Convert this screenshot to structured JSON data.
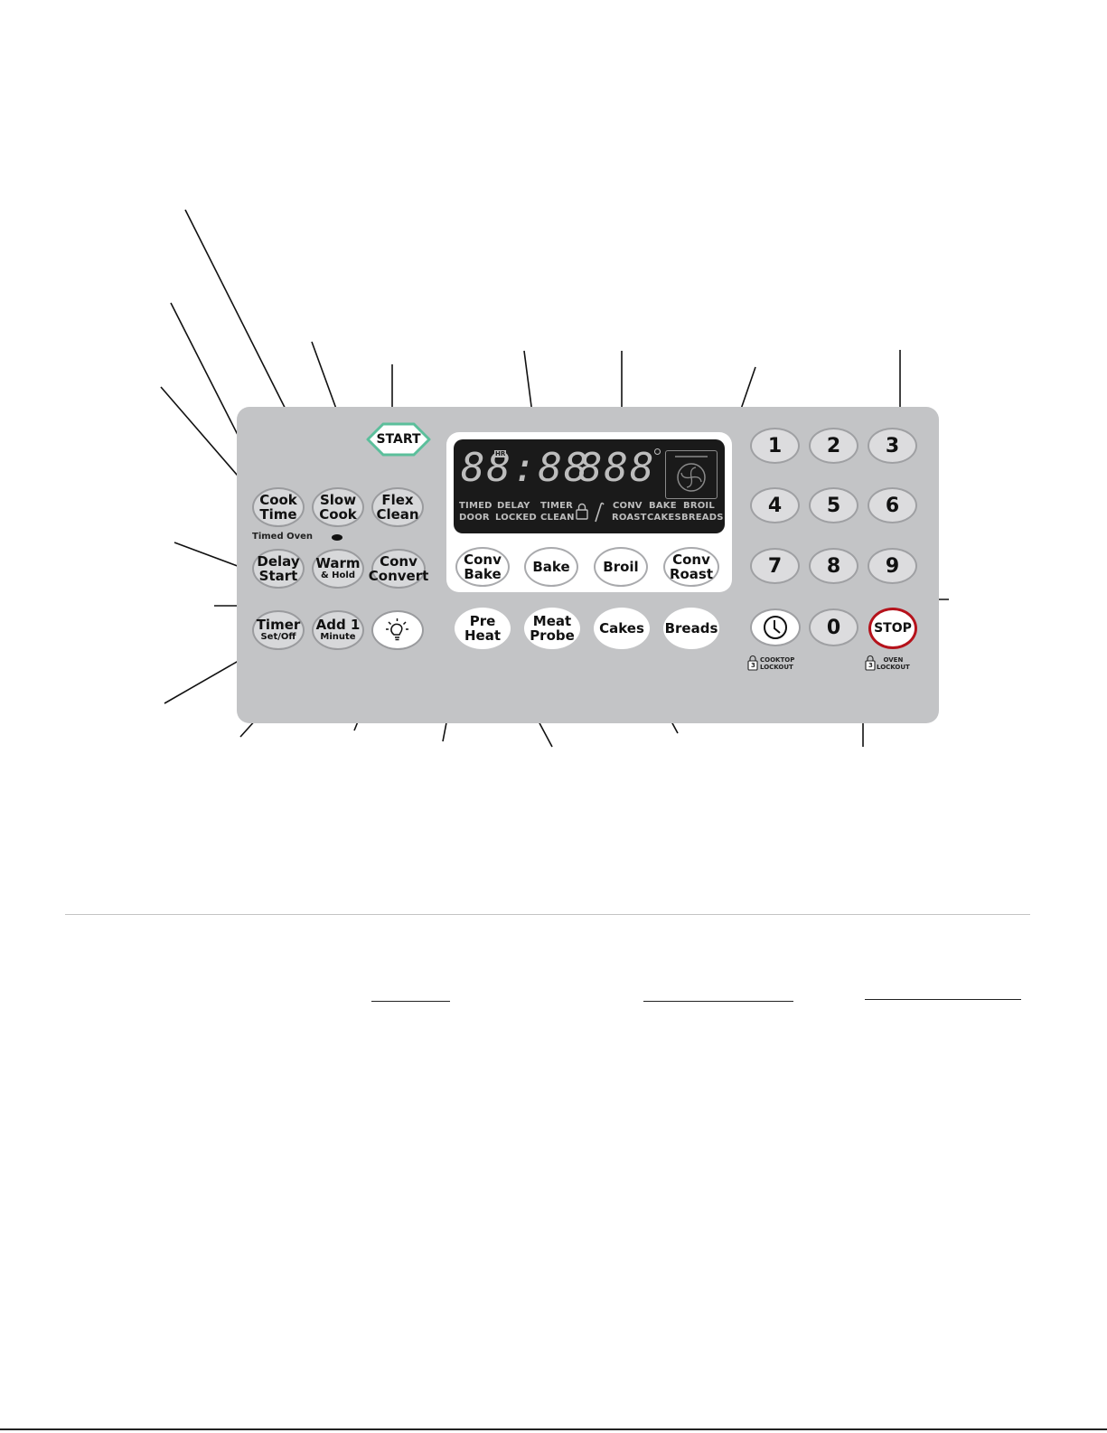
{
  "buttons": {
    "start": "START",
    "cook_time": [
      "Cook",
      "Time"
    ],
    "slow_cook": [
      "Slow",
      "Cook"
    ],
    "flex_clean": [
      "Flex",
      "Clean"
    ],
    "timed_oven_label": "Timed Oven",
    "delay_start": [
      "Delay",
      "Start"
    ],
    "warm_hold": [
      "Warm",
      "& Hold"
    ],
    "conv_convert": [
      "Conv",
      "Convert"
    ],
    "timer": [
      "Timer",
      "Set/Off"
    ],
    "add_minute": [
      "Add 1",
      "Minute"
    ],
    "conv_bake": [
      "Conv",
      "Bake"
    ],
    "bake": "Bake",
    "broil": "Broil",
    "conv_roast": [
      "Conv",
      "Roast"
    ],
    "pre_heat": [
      "Pre",
      "Heat"
    ],
    "meat_probe": [
      "Meat",
      "Probe"
    ],
    "cakes": "Cakes",
    "breads": "Breads",
    "stop": "STOP"
  },
  "keypad": [
    "1",
    "2",
    "3",
    "4",
    "5",
    "6",
    "7",
    "8",
    "9",
    "0"
  ],
  "lock_labels": {
    "cooktop": [
      "COOKTOP",
      "LOCKOUT"
    ],
    "oven": [
      "OVEN",
      "LOCKOUT"
    ],
    "lock_digit": "3"
  },
  "display": {
    "digits_left": "88:88",
    "digits_right": "888",
    "hr": "HR",
    "words_row1": [
      "TIMED",
      "DELAY",
      "TIMER",
      "CONV",
      "BAKE",
      "BROIL"
    ],
    "words_row2": [
      "DOOR",
      "LOCKED",
      "CLEAN",
      "ROAST",
      "CAKES",
      "BREADS"
    ]
  },
  "colors": {
    "panel": "#c3c4c6",
    "start_accent": "#5bbf9b",
    "stop_accent": "#b5121b",
    "lcd": "#1a1a1a"
  }
}
